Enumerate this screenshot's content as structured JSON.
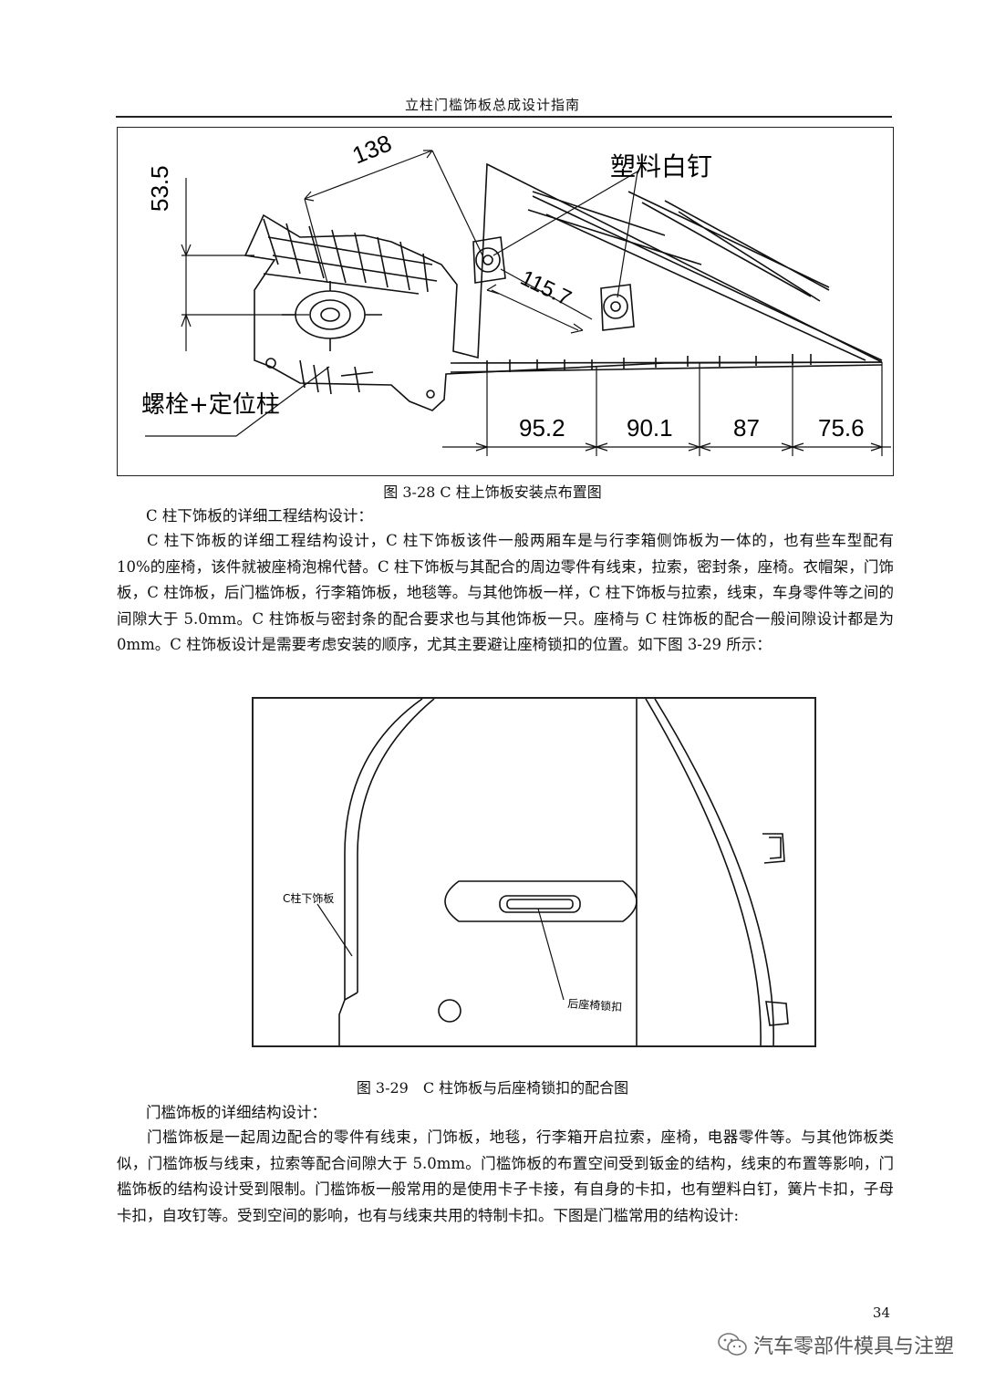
{
  "header": {
    "title": "立柱门槛饰板总成设计指南"
  },
  "figure1": {
    "caption": "图 3-28 C 柱上饰板安装点布置图",
    "labels": {
      "dim_138": "138",
      "dim_53_5": "53.5",
      "dim_115_7": "115.7",
      "plastic_rivet": "塑料白钉",
      "bolt_locator": "螺栓+定位柱",
      "dim_95_2": "95.2",
      "dim_90_1": "90.1",
      "dim_87": "87",
      "dim_75_6": "75.6"
    }
  },
  "section1": {
    "heading": "C 柱下饰板的详细工程结构设计：",
    "paragraph": "C 柱下饰板的详细工程结构设计，C 柱下饰板该件一般两厢车是与行李箱侧饰板为一体的，也有些车型配有 10%的座椅，该件就被座椅泡棉代替。C 柱下饰板与其配合的周边零件有线束，拉索，密封条，座椅。衣帽架，门饰板，C 柱饰板，后门槛饰板，行李箱饰板，地毯等。与其他饰板一样，C 柱下饰板与拉索，线束，车身零件等之间的间隙大于 5.0mm。C 柱饰板与密封条的配合要求也与其他饰板一只。座椅与 C 柱饰板的配合一般间隙设计都是为 0mm。C 柱饰板设计是需要考虑安装的顺序，尤其主要避让座椅锁扣的位置。如下图 3-29 所示："
  },
  "figure2": {
    "caption": "图 3-29　C 柱饰板与后座椅锁扣的配合图",
    "labels": {
      "c_pillar_lower": "C柱下饰板",
      "rear_seat_latch": "后座椅锁扣"
    }
  },
  "section2": {
    "heading": "门槛饰板的详细结构设计：",
    "paragraph": "门槛饰板是一起周边配合的零件有线束，门饰板，地毯，行李箱开启拉索，座椅，电器零件等。与其他饰板类似，门槛饰板与线束，拉索等配合间隙大于 5.0mm。门槛饰板的布置空间受到钣金的结构，线束的布置等影响，门槛饰板的结构设计受到限制。门槛饰板一般常用的是使用卡子卡接，有自身的卡扣，也有塑料白钉，簧片卡扣，子母卡扣，自攻钉等。受到空间的影响，也有与线束共用的特制卡扣。下图是门槛常用的结构设计:"
  },
  "footer": {
    "page_number": "34",
    "watermark": "汽车零部件模具与注塑"
  }
}
